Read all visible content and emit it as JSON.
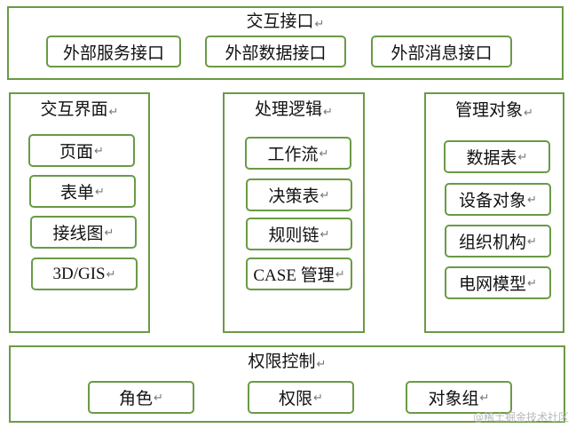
{
  "return_mark": "↵",
  "interaction_interface": {
    "title": "交互接口",
    "items": [
      "外部服务接口",
      "外部数据接口",
      "外部消息接口"
    ]
  },
  "interaction_ui": {
    "title": "交互界面",
    "items": [
      "页面",
      "表单",
      "接线图",
      "3D/GIS"
    ]
  },
  "processing_logic": {
    "title": "处理逻辑",
    "items": [
      "工作流",
      "决策表",
      "规则链",
      "CASE 管理"
    ]
  },
  "management_objects": {
    "title": "管理对象",
    "items": [
      "数据表",
      "设备对象",
      "组织机构",
      "电网模型"
    ]
  },
  "access_control": {
    "title": "权限控制",
    "items": [
      "角色",
      "权限",
      "对象组"
    ]
  },
  "watermark": "@稀土掘金技术社区"
}
